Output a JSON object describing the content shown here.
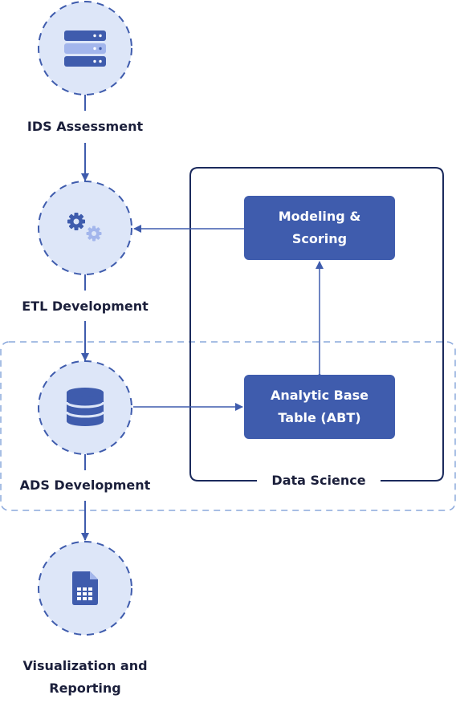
{
  "nodes": {
    "ids": {
      "label": "IDS Assessment",
      "icon": "server-icon"
    },
    "etl": {
      "label": "ETL Development",
      "icon": "gears-icon"
    },
    "ads": {
      "label": "ADS Development",
      "icon": "database-icon"
    },
    "viz": {
      "label_line1": "Visualization and",
      "label_line2": "Reporting",
      "icon": "spreadsheet-file-icon"
    }
  },
  "data_science": {
    "label": "Data Science",
    "modeling": {
      "line1": "Modeling &",
      "line2": "Scoring"
    },
    "abt": {
      "line1": "Analytic Base",
      "line2": "Table (ABT)"
    }
  },
  "colors": {
    "accent": "#3f5cad",
    "node_fill": "#dde6f8",
    "icon_light": "#a3b6ec",
    "dashed_border": "#8aa8dc",
    "text": "#1b1f3b"
  }
}
